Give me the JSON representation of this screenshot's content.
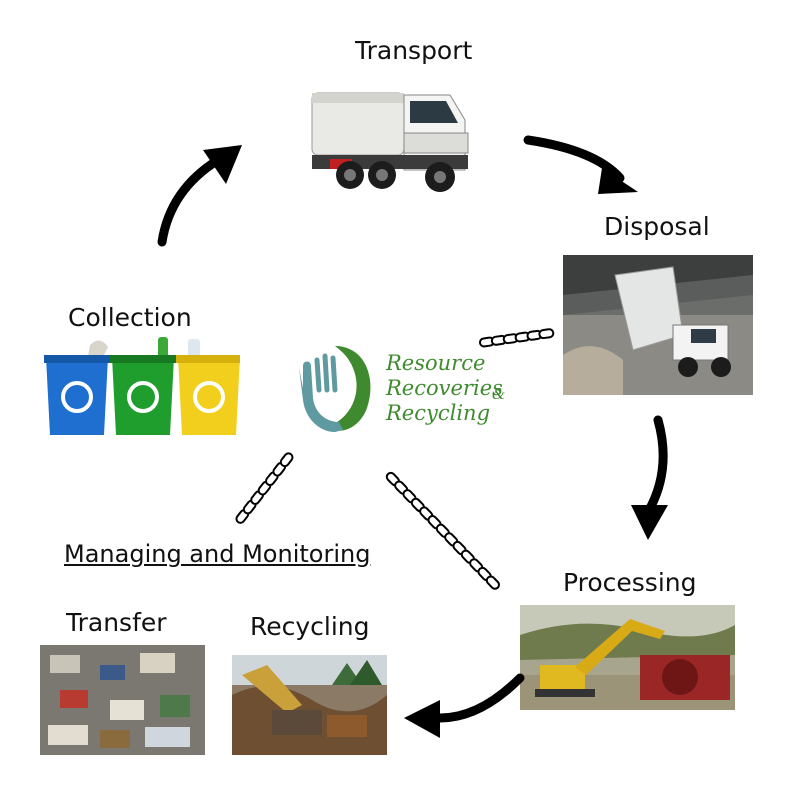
{
  "stages": {
    "transport": "Transport",
    "disposal": "Disposal",
    "collection": "Collection",
    "processing": "Processing",
    "transfer": "Transfer",
    "recycling": "Recycling"
  },
  "managing": "Managing and Monitoring",
  "logo": {
    "line1": "Resource",
    "line2": "Recoveries",
    "amp": "&",
    "line3": "Recycling"
  },
  "colors": {
    "logo_green": "#3f8a2e",
    "logo_teal": "#5f9aa0",
    "arrow": "#000000",
    "bin_blue": "#1e6fd0",
    "bin_green": "#1f9e2e",
    "bin_yellow": "#f2cf1c"
  }
}
